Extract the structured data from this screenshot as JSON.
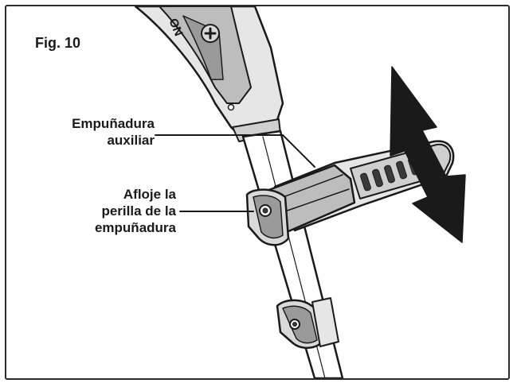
{
  "figure": {
    "label": "Fig. 10"
  },
  "callouts": {
    "auxiliary_handle": {
      "line1": "Empuñadura",
      "line2": "auxiliar"
    },
    "loosen_knob": {
      "line1": "Afloje la",
      "line2": "perilla de la",
      "line3": "empuñadura"
    }
  },
  "device_text": {
    "button_fragment": "ON"
  },
  "icons": {
    "adjust_arrow": "double-headed-arrow-icon",
    "plus_button": "plus-icon"
  },
  "colors": {
    "ink": "#1a1a1a",
    "frame": "#2b2b2b",
    "fill_dark": "#3a3a3a",
    "fill_mid": "#7a7a7a",
    "fill_light": "#d9d9d9",
    "background": "#ffffff"
  }
}
